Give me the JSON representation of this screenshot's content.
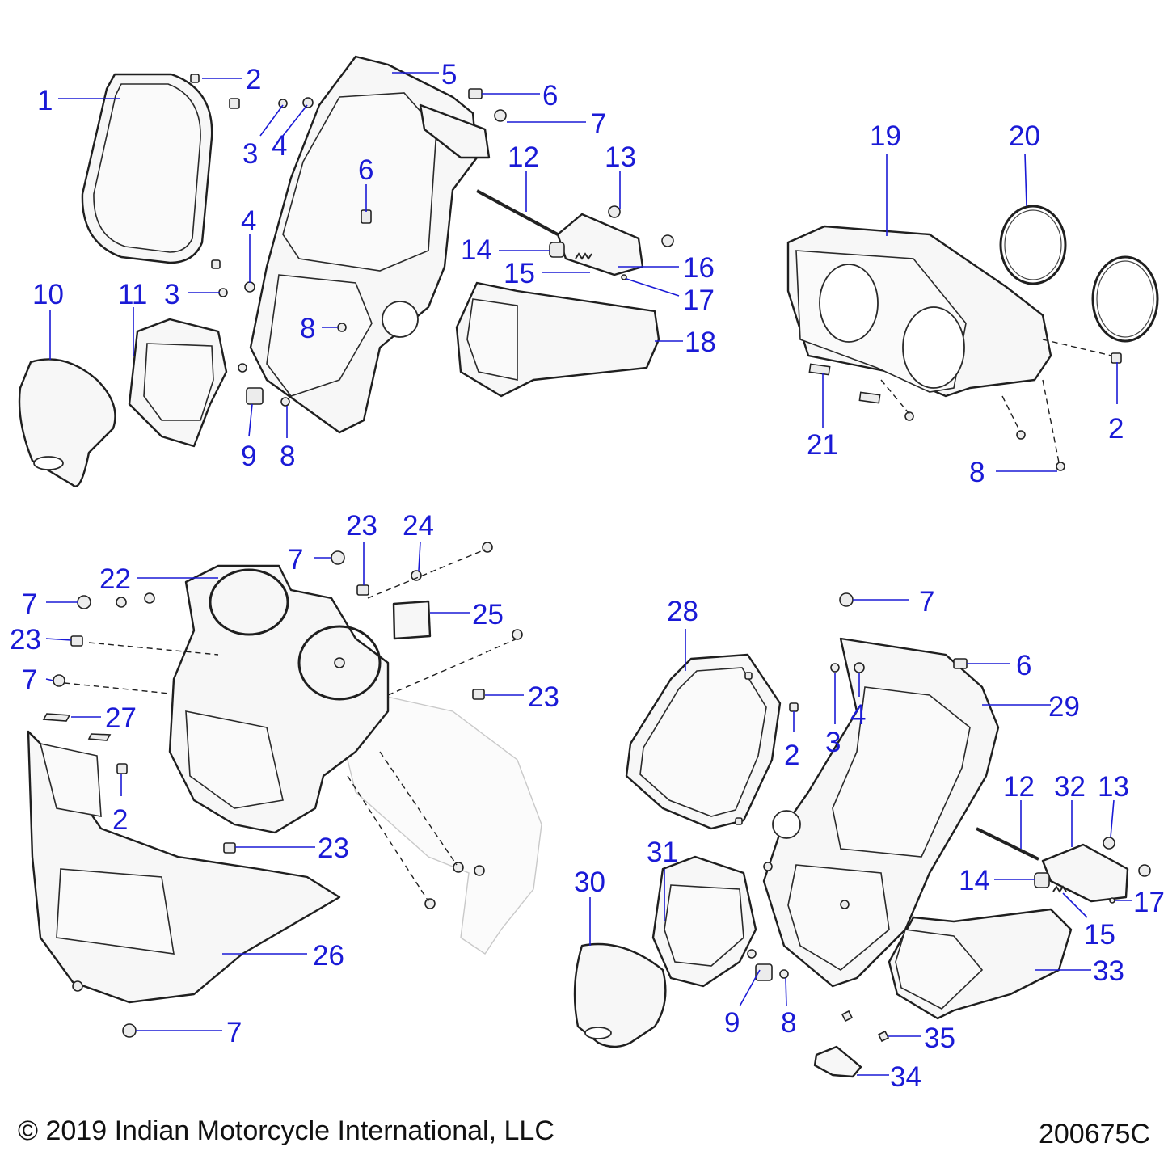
{
  "callout_numbers": [
    "1",
    "2",
    "3",
    "4",
    "5",
    "6",
    "7",
    "8",
    "9",
    "10",
    "11",
    "12",
    "13",
    "14",
    "15",
    "16",
    "17",
    "18",
    "19",
    "20",
    "21",
    "22",
    "23",
    "24",
    "25",
    "26",
    "27",
    "28",
    "29",
    "30",
    "31",
    "32",
    "33",
    "34",
    "35"
  ],
  "copyright": "© 2019 Indian Motorcycle International, LLC",
  "drawing_number": "200675C",
  "colors": {
    "callout": "#1a1ad6",
    "line_art": "#1f1f1f",
    "background": "#ffffff"
  }
}
